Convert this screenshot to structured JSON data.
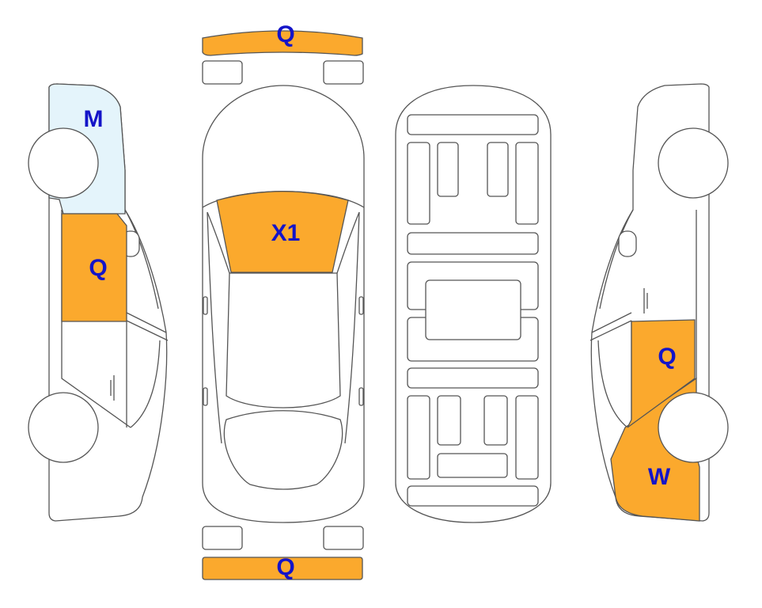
{
  "colors": {
    "damage_fill": "#fba92d",
    "highlight_fill": "#e4f4fb",
    "code_text": "#1414c8"
  },
  "codes": {
    "front_bumper": "Q",
    "rear_bumper": "Q",
    "windshield": "X1",
    "left_fender": "M",
    "left_front_door": "Q",
    "right_rear_door": "Q",
    "right_rear_quarter": "W"
  }
}
